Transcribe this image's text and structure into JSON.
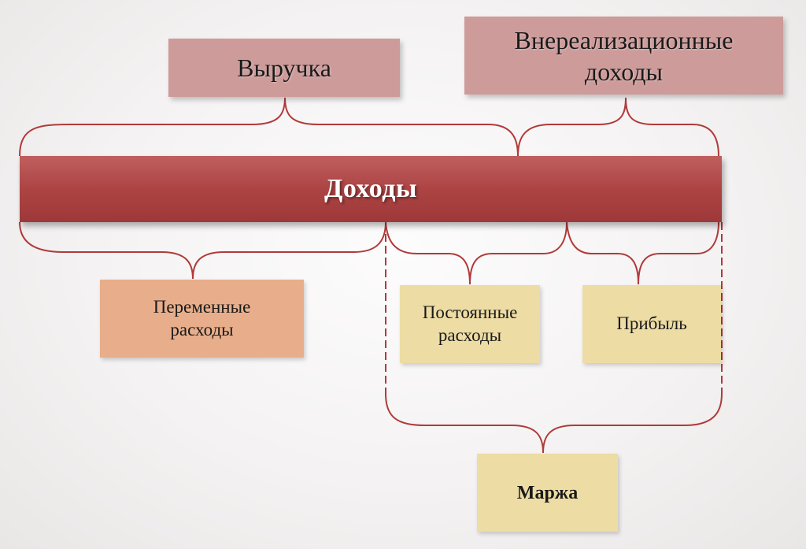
{
  "diagram": {
    "revenue_label": "Выручка",
    "non_operating_label": "Внереализационные\nдоходы",
    "income_label": "Доходы",
    "variable_costs_label": "Переменные\nрасходы",
    "fixed_costs_label": "Постоянные\nрасходы",
    "profit_label": "Прибыль",
    "margin_label": "Маржа"
  },
  "colors": {
    "accent_dark_red": "#ad4444",
    "pink_box": "#cd9b9a",
    "orange_box": "#e8ae8b",
    "yellow_box": "#eddca4",
    "connector": "#b03a3a"
  }
}
